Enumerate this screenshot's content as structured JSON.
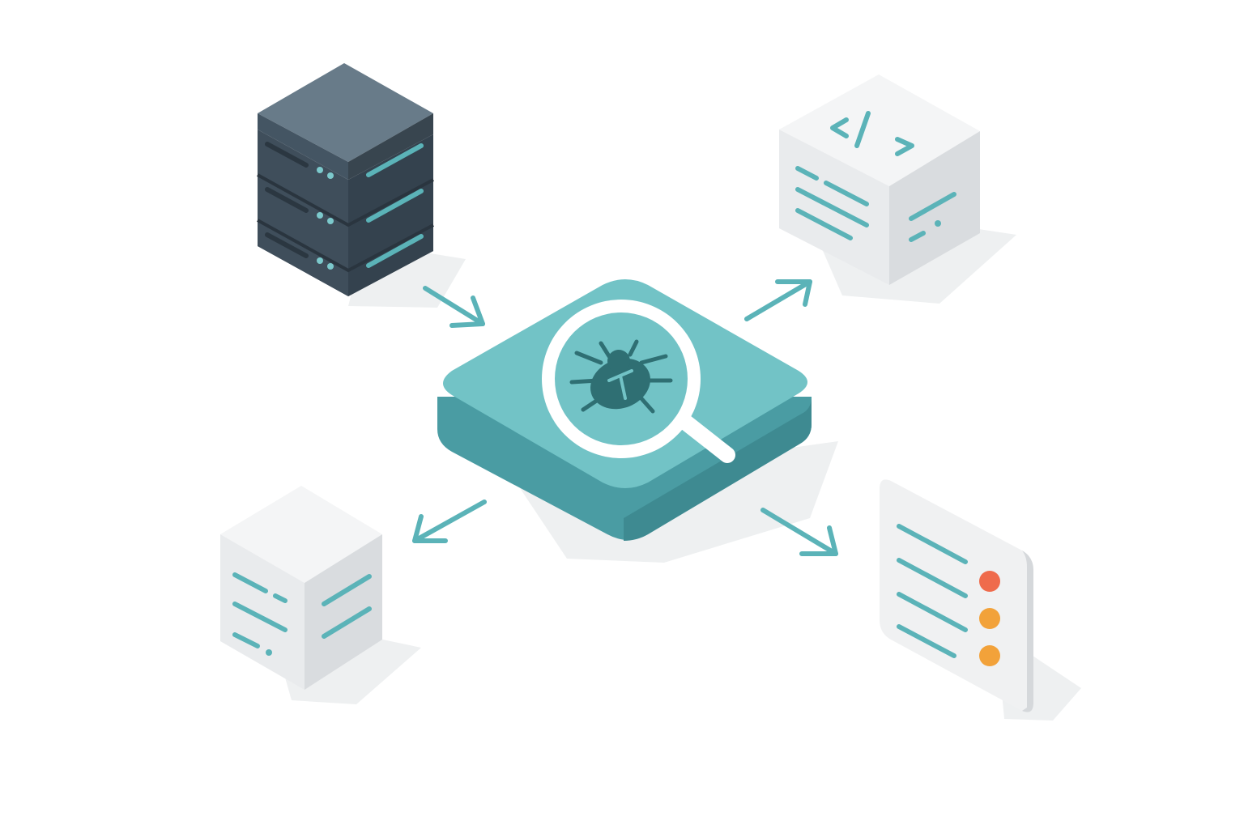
{
  "diagram": {
    "nodes": [
      {
        "id": "server-stack",
        "icon": "server-stack-icon",
        "units": 3
      },
      {
        "id": "debug-scanner",
        "icon": "bug-magnifier-icon"
      },
      {
        "id": "code-file",
        "icon": "code-brackets-icon",
        "glyph": "</>"
      },
      {
        "id": "log-file",
        "icon": "document-lines-icon"
      },
      {
        "id": "report-panel",
        "icon": "report-list-icon",
        "indicators": [
          "red",
          "orange",
          "orange"
        ]
      }
    ],
    "edges": [
      {
        "from": "server-stack",
        "to": "debug-scanner"
      },
      {
        "from": "debug-scanner",
        "to": "code-file"
      },
      {
        "from": "debug-scanner",
        "to": "log-file"
      },
      {
        "from": "debug-scanner",
        "to": "report-panel"
      }
    ]
  },
  "colors": {
    "accent": "#5bb3b8",
    "accent_dark": "#3e8f96",
    "teal_top": "#72c3c6",
    "teal_side": "#4a9ca3",
    "server_top": "#647684",
    "server_side": "#3b4955",
    "bug": "#2f6f73",
    "block_top": "#f4f5f6",
    "block_left": "#e9ebed",
    "block_right": "#d9dcdf",
    "shadow": "#eef0f1",
    "indicator_red": "#ef6b4c",
    "indicator_orange": "#f2a23a"
  }
}
